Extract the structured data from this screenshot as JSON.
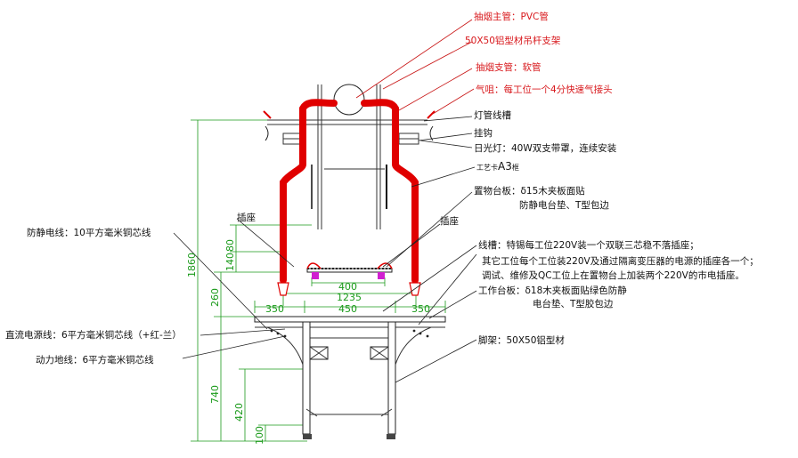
{
  "colors": {
    "accent_red": "#e00000",
    "dimension_green": "#1a9a1a",
    "line_black": "#222222",
    "magenta": "#d020d0"
  },
  "labels_red": {
    "main_duct": "抽烟主管：PVC管",
    "hanger_frame": "50X50铝型材吊杆支架",
    "branch_duct": "抽烟支管：软管",
    "air_nozzle": "气咀：每工位一个4分快速气接头"
  },
  "labels_right": {
    "lamp_trough": "灯管线槽",
    "hook": "挂钩",
    "lamp": "日光灯：40W双支带罩，连续安装",
    "drawing_card": "工艺卡A3",
    "drawing_card_prefix": "工艺卡",
    "drawing_card_size": "A3",
    "drawing_card_suffix": "框",
    "shelf_1": "置物台板：δ15木夹板面贴",
    "shelf_2": "防静电台垫、T型包边",
    "trough_1": "线槽：特锡每工位220V装一个双联三芯稳不落插座；",
    "trough_2": "其它工位每个工位装220V及通过隔离变压器的电源的插座各一个；",
    "trough_3": "调试、维修及QC工位上在置物台上加装两个220V的市电插座。",
    "bench_1": "工作台板：δ18木夹板面贴绿色防静",
    "bench_2": "电台垫、T型胶包边",
    "stand": "脚架：50X50铝型材"
  },
  "labels_left": {
    "esd_wire": "防静电线：10平方毫米铜芯线",
    "socket_left": "插座",
    "socket_right": "插座",
    "dc_wire": "直流电源线：6平方毫米铜芯线（+红-兰）",
    "power_ground": "动力地线：6平方毫米铜芯线"
  },
  "dimensions": {
    "d400": "400",
    "d1235": "1235",
    "d350_left": "350",
    "d450": "450",
    "d350_right": "350",
    "d1860": "1860",
    "d80": "80",
    "d140": "140",
    "d260": "260",
    "d740": "740",
    "d420": "420",
    "d100": "100"
  }
}
